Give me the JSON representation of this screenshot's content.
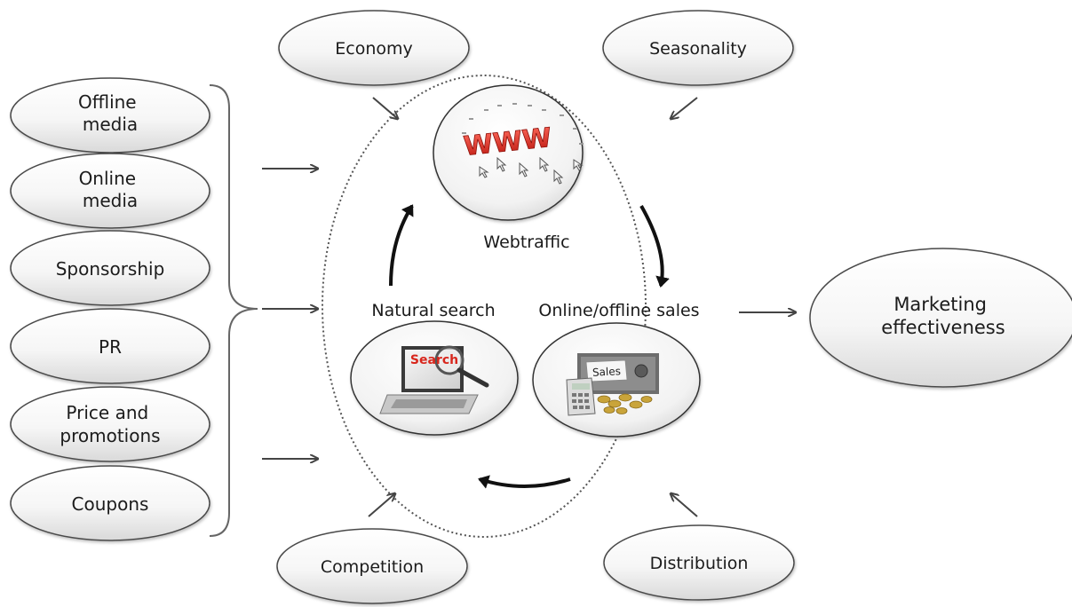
{
  "inputs": [
    [
      "Offline",
      "media"
    ],
    [
      "Online",
      "media"
    ],
    [
      "Sponsorship"
    ],
    [
      "PR"
    ],
    [
      "Price and",
      "promotions"
    ],
    [
      "Coupons"
    ]
  ],
  "external_factors": {
    "economy": "Economy",
    "seasonality": "Seasonality",
    "competition": "Competition",
    "distribution": "Distribution"
  },
  "core": {
    "webtraffic": "Webtraffic",
    "natural_search": "Natural search",
    "sales": "Online/offline sales",
    "www_text": "WWW",
    "search_text": "Search",
    "sales_folder_text": "Sales"
  },
  "output": [
    "Marketing",
    "effectiveness"
  ],
  "colors": {
    "ellipse_fill_top": "#ffffff",
    "ellipse_fill_bottom": "#e3e3e3",
    "outline": "#4a4a4a",
    "arrow": "#444444",
    "accent_red": "#d8261c"
  }
}
